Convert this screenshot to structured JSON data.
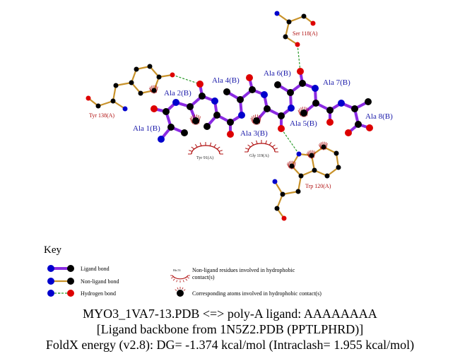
{
  "residues": {
    "ligand": [
      "Ala 1(B)",
      "Ala 2(B)",
      "Ala 3(B)",
      "Ala 4(B)",
      "Ala 5(B)",
      "Ala 6(B)",
      "Ala 7(B)",
      "Ala 8(B)"
    ],
    "hbond_partners": [
      "Tyr 138(A)",
      "Ser 118(A)",
      "Trp 120(A)"
    ],
    "hydrophobic": [
      "Tyr 91(A)",
      "Gly 119(A)"
    ]
  },
  "key": {
    "title": "Key",
    "ligand_bond": "Ligand bond",
    "non_ligand_bond": "Non-ligand bond",
    "hydrogen_bond": "Hydrogen bond",
    "hbond_distance": "3.0",
    "example_residue": "His 53",
    "hydrophobic_residues": "Non-ligand residues involved in hydrophobic",
    "hydrophobic_residues_2": "contact(s)",
    "hydrophobic_atoms": "Corresponding atoms involved in hydrophobic contact(s)"
  },
  "caption": {
    "line1": "MYO3_1VA7-13.PDB <=> poly-A ligand: AAAAAAAA",
    "line2": "[Ligand backbone from 1N5Z2.PDB (PPTLPHRD)]",
    "line3": "FoldX energy (v2.8): DG= -1.374 kcal/mol (Intraclash= 1.955 kcal/mol)"
  },
  "colors": {
    "ligand_bond": "#8a2be2",
    "non_ligand_bond": "#c8922a",
    "hbond": "#2a9a2a",
    "carbon": "#000000",
    "nitrogen": "#0000cc",
    "oxygen": "#dd0000",
    "hydrophobic": "#b01010"
  }
}
